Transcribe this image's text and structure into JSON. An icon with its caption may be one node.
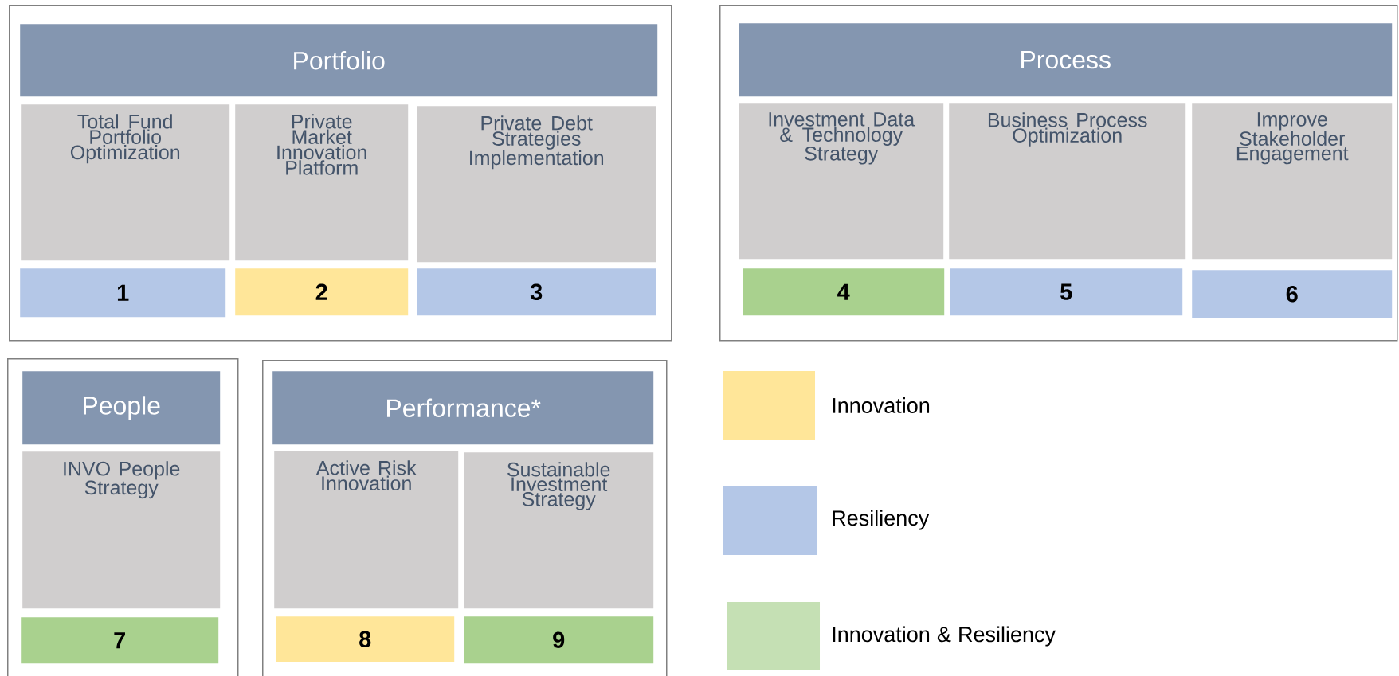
{
  "diagram": {
    "nodes": [
      {
        "text": [],
        "shape": "box"
      },
      {
        "text": [
          "Portfolio"
        ],
        "in": 0
      },
      {
        "text": [
          "Total Fund Portfolio Optimization"
        ],
        "in": 0
      },
      {
        "text": [
          "Private Market Innovation Platform"
        ],
        "in": 0
      },
      {
        "text": [
          "Private Debt Strategies Implementation"
        ],
        "in": 0
      },
      {
        "text": [
          "1"
        ],
        "in": 0
      },
      {
        "text": [
          "2"
        ],
        "in": 0
      },
      {
        "text": [
          "3"
        ],
        "in": 0
      },
      {
        "text": [],
        "shape": "box"
      },
      {
        "text": [
          "Process"
        ],
        "in": 8
      },
      {
        "text": [
          "Investment Data & Technology Strategy"
        ],
        "in": 8
      },
      {
        "text": [
          "Business Process Optimization"
        ],
        "in": 8
      },
      {
        "text": [
          "Improve Stakeholder Engagement"
        ],
        "in": 8
      },
      {
        "text": [
          "4"
        ],
        "in": 8
      },
      {
        "text": [
          "5"
        ],
        "in": 8
      },
      {
        "text": [
          "6"
        ],
        "in": 8
      },
      {
        "text": [],
        "shape": "box"
      },
      {
        "text": [
          "People"
        ],
        "in": 16
      },
      {
        "text": [
          "INVO People Strategy"
        ],
        "in": 16
      },
      {
        "text": [
          "7"
        ],
        "in": 16
      },
      {
        "text": [],
        "shape": "box"
      },
      {
        "text": [
          "Performance*"
        ],
        "in": 20
      },
      {
        "text": [
          "Active Risk Innovation"
        ],
        "in": 20
      },
      {
        "text": [
          "Sustainable Investment Strategy"
        ],
        "in": 20
      },
      {
        "text": [
          "8"
        ],
        "in": 20
      },
      {
        "text": [
          "9"
        ],
        "in": 20
      }
    ],
    "legend": [
      {
        "text": "Innovation",
        "color": "#ffe699"
      },
      {
        "text": "Resiliency",
        "color": "#b4c7e7"
      },
      {
        "text": "Innovation  & Resiliency",
        "color": "#c5e0b4"
      }
    ]
  }
}
